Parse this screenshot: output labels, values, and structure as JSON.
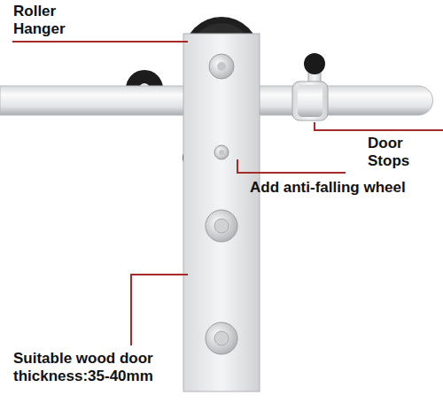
{
  "diagram": {
    "labels": [
      "Roller Hanger",
      "Door Stops",
      "Add anti-falling wheel",
      "Suitable wood door thickness:35-40mm"
    ]
  }
}
